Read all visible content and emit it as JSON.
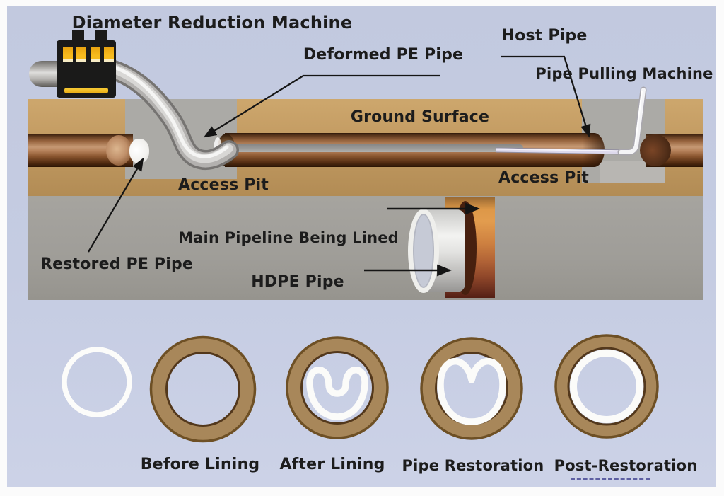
{
  "diagram": {
    "labels": {
      "diameter_reduction_machine": "Diameter Reduction Machine",
      "deformed_pe_pipe": "Deformed PE Pipe",
      "host_pipe": "Host Pipe",
      "pipe_pulling_machine": "Pipe Pulling Machine",
      "ground_surface": "Ground Surface",
      "access_pit_left": "Access Pit",
      "access_pit_right": "Access Pit",
      "main_pipeline_being_lined": "Main Pipeline Being Lined",
      "hdpe_pipe": "HDPE Pipe",
      "restored_pe_pipe": "Restored PE Pipe"
    },
    "stages": [
      {
        "id": "hdpe-liner-ring",
        "label": ""
      },
      {
        "id": "before-lining",
        "label": "Before Lining"
      },
      {
        "id": "after-lining",
        "label": "After Lining"
      },
      {
        "id": "pipe-restoration",
        "label": "Pipe Restoration"
      },
      {
        "id": "post-restoration",
        "label": "Post-Restoration"
      }
    ],
    "colors": {
      "background": "#c5cce2",
      "ground_surface_tan": "#c29a61",
      "underground_gray": "#9f9d98",
      "access_pit_gray": "#abaaa6",
      "host_pipe_copper": "#a8714b",
      "pe_pipe_silver": "#d8d7d5",
      "hdpe_liner_white": "#f4f4f2",
      "machine_body_black": "#1a1a19",
      "machine_accent_yellow": "#f6bb1e",
      "ring_brown": "#a8875a",
      "label_text": "#1c1c1c"
    }
  }
}
